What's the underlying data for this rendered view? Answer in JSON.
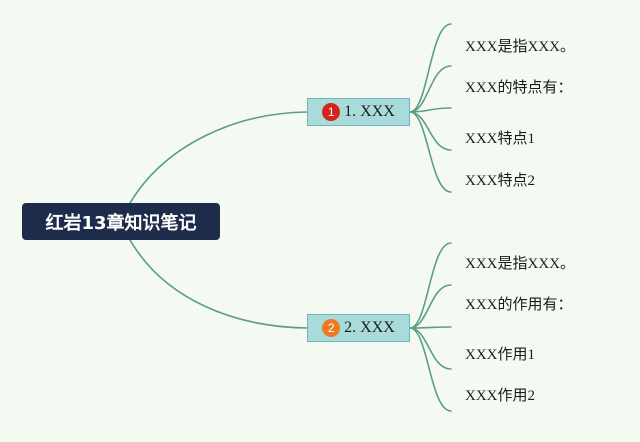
{
  "root": {
    "label": "红岩13章知识笔记"
  },
  "branches": [
    {
      "badge": "1",
      "label": "1. XXX",
      "badge_color": "#d6231c",
      "leaves": [
        "XXX是指XXX。",
        "XXX的特点有：",
        "XXX特点1",
        "XXX特点2"
      ]
    },
    {
      "badge": "2",
      "label": "2. XXX",
      "badge_color": "#ec7a24",
      "leaves": [
        "XXX是指XXX。",
        "XXX的作用有：",
        "XXX作用1",
        "XXX作用2"
      ]
    }
  ],
  "colors": {
    "background": "#f4faf2",
    "root_fill": "#1d2c4a",
    "topic_fill": "#a9dbdb",
    "connector": "#5b9e86"
  }
}
